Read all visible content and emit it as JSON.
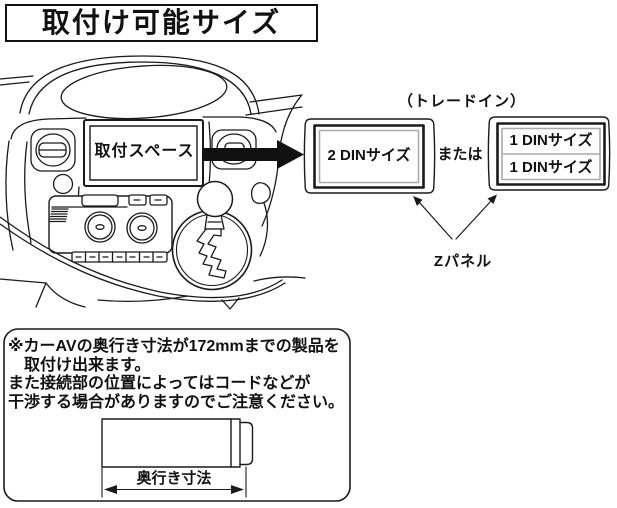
{
  "title": "取付け可能サイズ",
  "dashboard": {
    "screen_label": "取付スペース"
  },
  "tradein": {
    "caption": "（トレードイン）",
    "din2_label": "2 DINサイズ",
    "or_label": "または",
    "din1_top": "1 DINサイズ",
    "din1_bottom": "1 DINサイズ",
    "zpanel_label": "Zパネル"
  },
  "note": {
    "lines": [
      "※カーAVの奥行き寸法が172mmまでの製品を",
      "　取付け出来ます。",
      "また接続部の位置によってはコードなどが",
      "干渉する場合がありますのでご注意ください。"
    ],
    "depth_label": "奥行き寸法"
  },
  "colors": {
    "ink": "#1a1a1a",
    "gray_border": "#aaaaaa",
    "arrow_fill": "#111111"
  }
}
